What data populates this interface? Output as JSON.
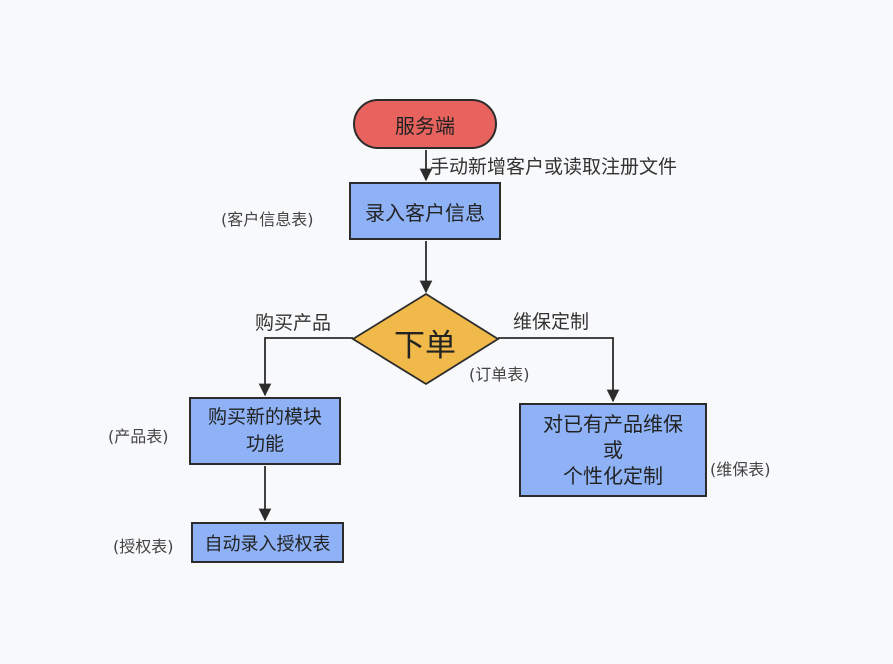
{
  "nodes": {
    "server": "服务端",
    "record_info": "录入客户信息",
    "order": "下单",
    "buy_line1": "购买新的模块",
    "buy_line2": "功能",
    "auto_record": "自动录入授权表",
    "maint_line1": "对已有产品维保",
    "maint_line2": "或",
    "maint_line3": "个性化定制"
  },
  "edge_labels": {
    "manual_entry": "手动新增客户或读取注册文件",
    "buy_product": "购买产品",
    "maintenance": "维保定制"
  },
  "tables": {
    "customer": "(客户信息表)",
    "order": "(订单表)",
    "product": "(产品表)",
    "license": "(授权表)",
    "maintenance": "(维保表)"
  },
  "colors": {
    "terminal": "#e8625e",
    "process": "#8fb2f7",
    "decision": "#f0b94a",
    "stroke": "#2c2c2c"
  }
}
